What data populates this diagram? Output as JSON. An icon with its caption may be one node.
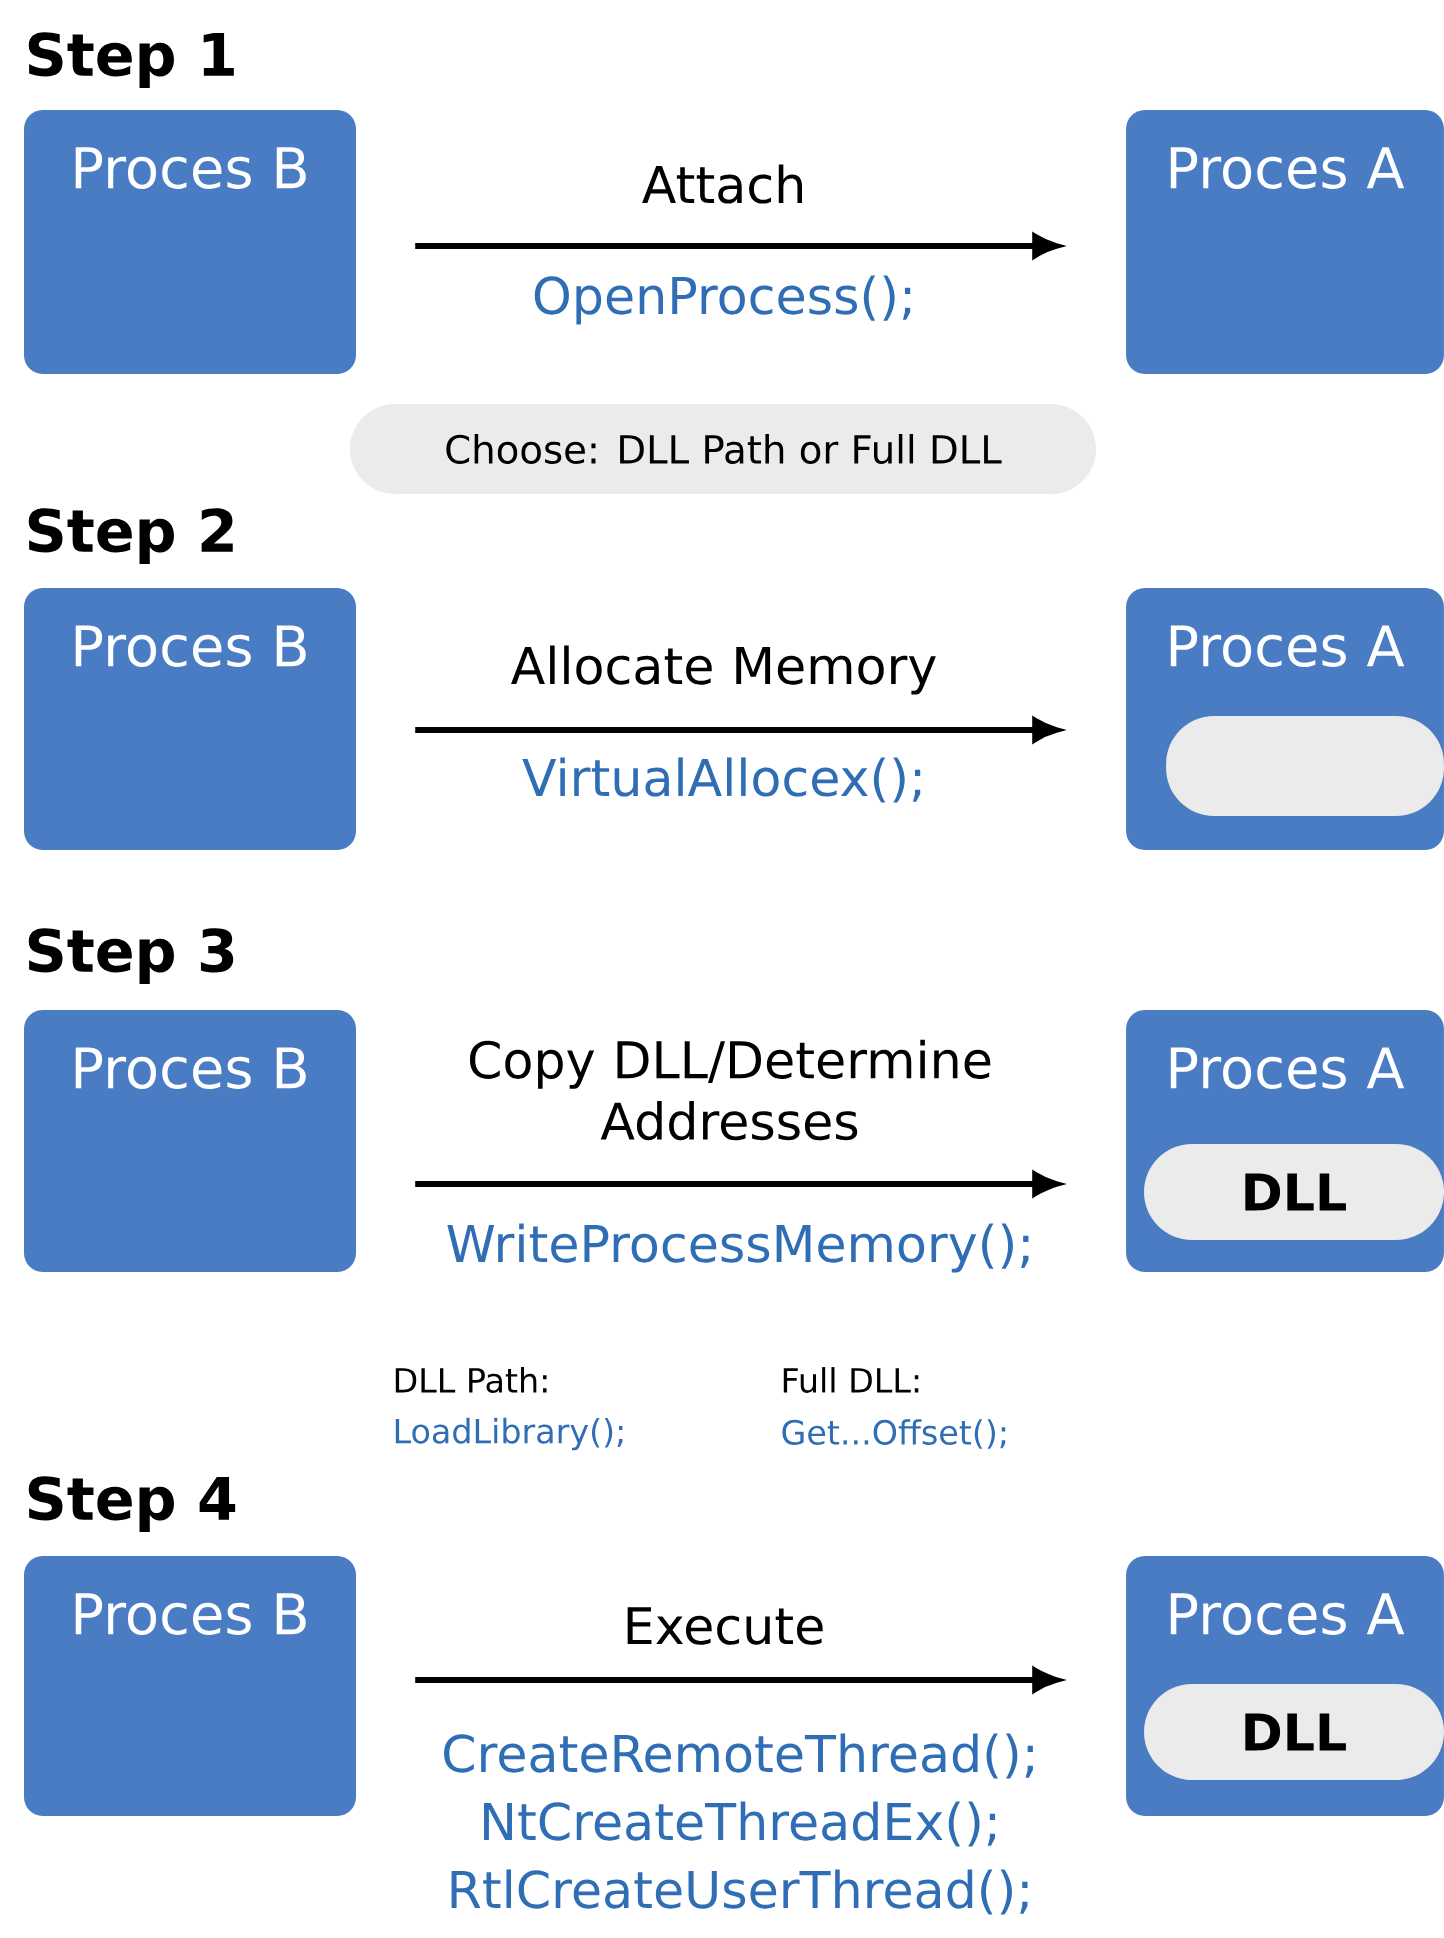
{
  "diagram": {
    "nodes": [
      {
        "text": [
          "Proces B"
        ]
      },
      {
        "text": [
          "Proces A"
        ]
      },
      {
        "text": [
          "Choose: DLL Path or Full DLL"
        ]
      },
      {
        "text": [
          "Proces B"
        ]
      },
      {
        "text": [
          "Proces A"
        ]
      },
      {
        "text": [],
        "shape": "box",
        "in": 4
      },
      {
        "text": [
          "Proces B"
        ]
      },
      {
        "text": [
          "Proces A"
        ]
      },
      {
        "text": [
          "DLL"
        ],
        "in": 7
      },
      {
        "text": [
          "Proces B"
        ]
      },
      {
        "text": [
          "Proces A"
        ]
      },
      {
        "text": [
          "DLL"
        ],
        "in": 10
      }
    ],
    "edges": [
      {
        "from": 0,
        "to": 1,
        "arrow": "to",
        "label": "Attach"
      },
      {
        "from": 3,
        "to": 4,
        "arrow": "to",
        "label": "Allocate Memory"
      },
      {
        "from": 6,
        "to": 7,
        "arrow": "to",
        "label": "Copy DLL/Determine Addresses"
      },
      {
        "from": 9,
        "to": 10,
        "arrow": "to",
        "label": "Execute"
      }
    ],
    "labels": [
      "Step 1",
      "OpenProcess();",
      "Step 2",
      "VirtualAllocex();",
      "Step 3",
      "WriteProcessMemory();",
      "DLL Path:",
      "Full DLL:",
      "LoadLibrary();",
      "Get...Offset();",
      "Step 4",
      "CreateRemoteThread();",
      "NtCreateThreadEx();",
      "RtlCreateUserThread();"
    ]
  }
}
